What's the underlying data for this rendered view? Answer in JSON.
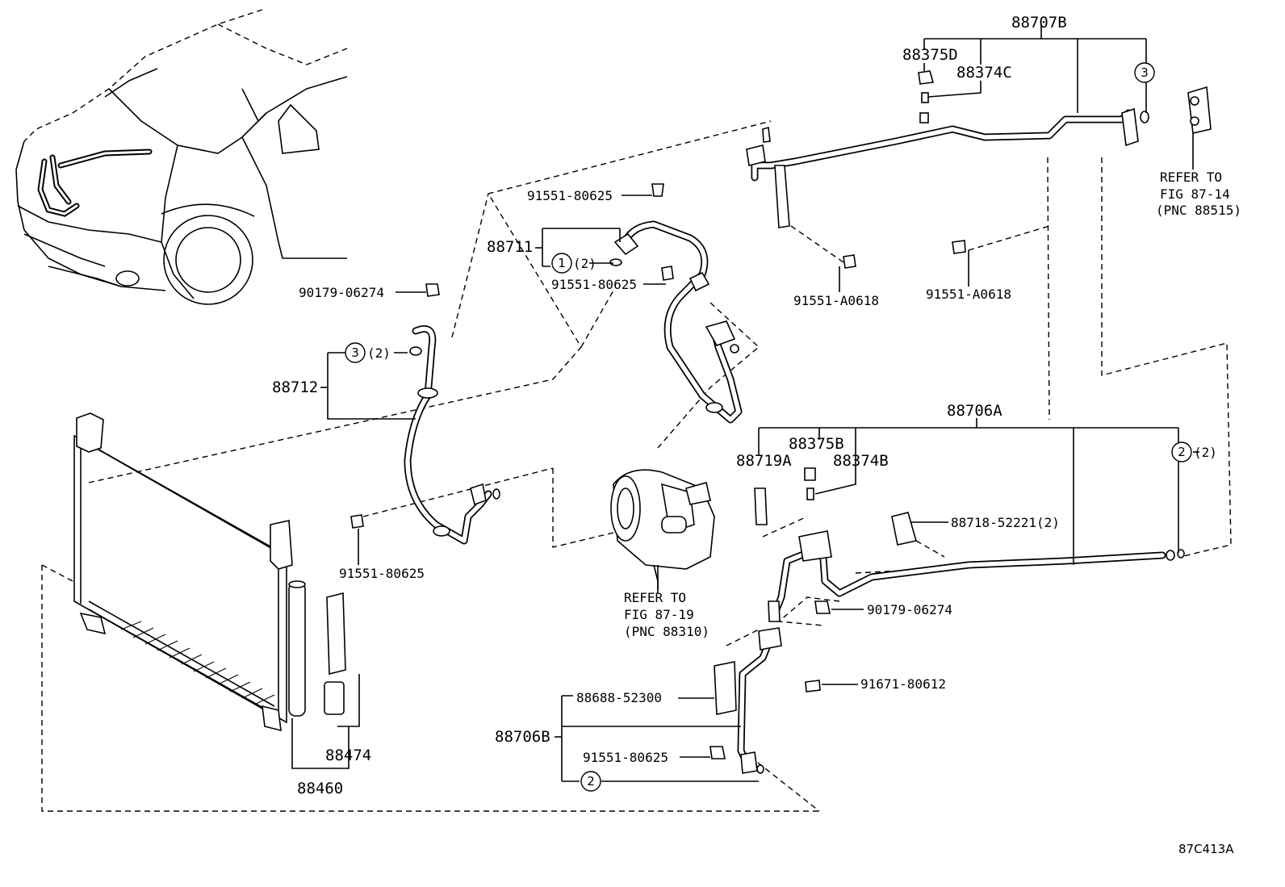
{
  "labels": {
    "p88707b": "88707B",
    "p88375d": "88375D",
    "p88374c": "88374C",
    "refer_fig_87_14_a": "REFER TO",
    "refer_fig_87_14_b": "FIG 87-14",
    "refer_fig_87_14_c": "(PNC 88515)",
    "p91551_80625_top": "91551-80625",
    "p88711": "88711",
    "p91551_80625_mid": "91551-80625",
    "p91551_a0618_left": "91551-A0618",
    "p91551_a0618_right": "91551-A0618",
    "p90179_06274_left": "90179-06274",
    "p88712": "88712",
    "p88706a": "88706A",
    "p88375b": "88375B",
    "p88719a": "88719A",
    "p88374b": "88374B",
    "p88718_52221": "88718-52221(2)",
    "p91551_80625_low": "91551-80625",
    "refer_fig_87_19_a": "REFER TO",
    "refer_fig_87_19_b": "FIG 87-19",
    "refer_fig_87_19_c": "(PNC 88310)",
    "p90179_06274_right": "90179-06274",
    "p91671_80612": "91671-80612",
    "p88688_52300": "88688-52300",
    "p88706b": "88706B",
    "p91551_80625_bottom": "91551-80625",
    "p88474": "88474",
    "p88460": "88460",
    "figure_id": "87C413A"
  },
  "callouts": {
    "c1": "1",
    "c2a": "2",
    "c2b": "2",
    "c3a": "3",
    "c3b": "3",
    "qty2": "(2)"
  }
}
